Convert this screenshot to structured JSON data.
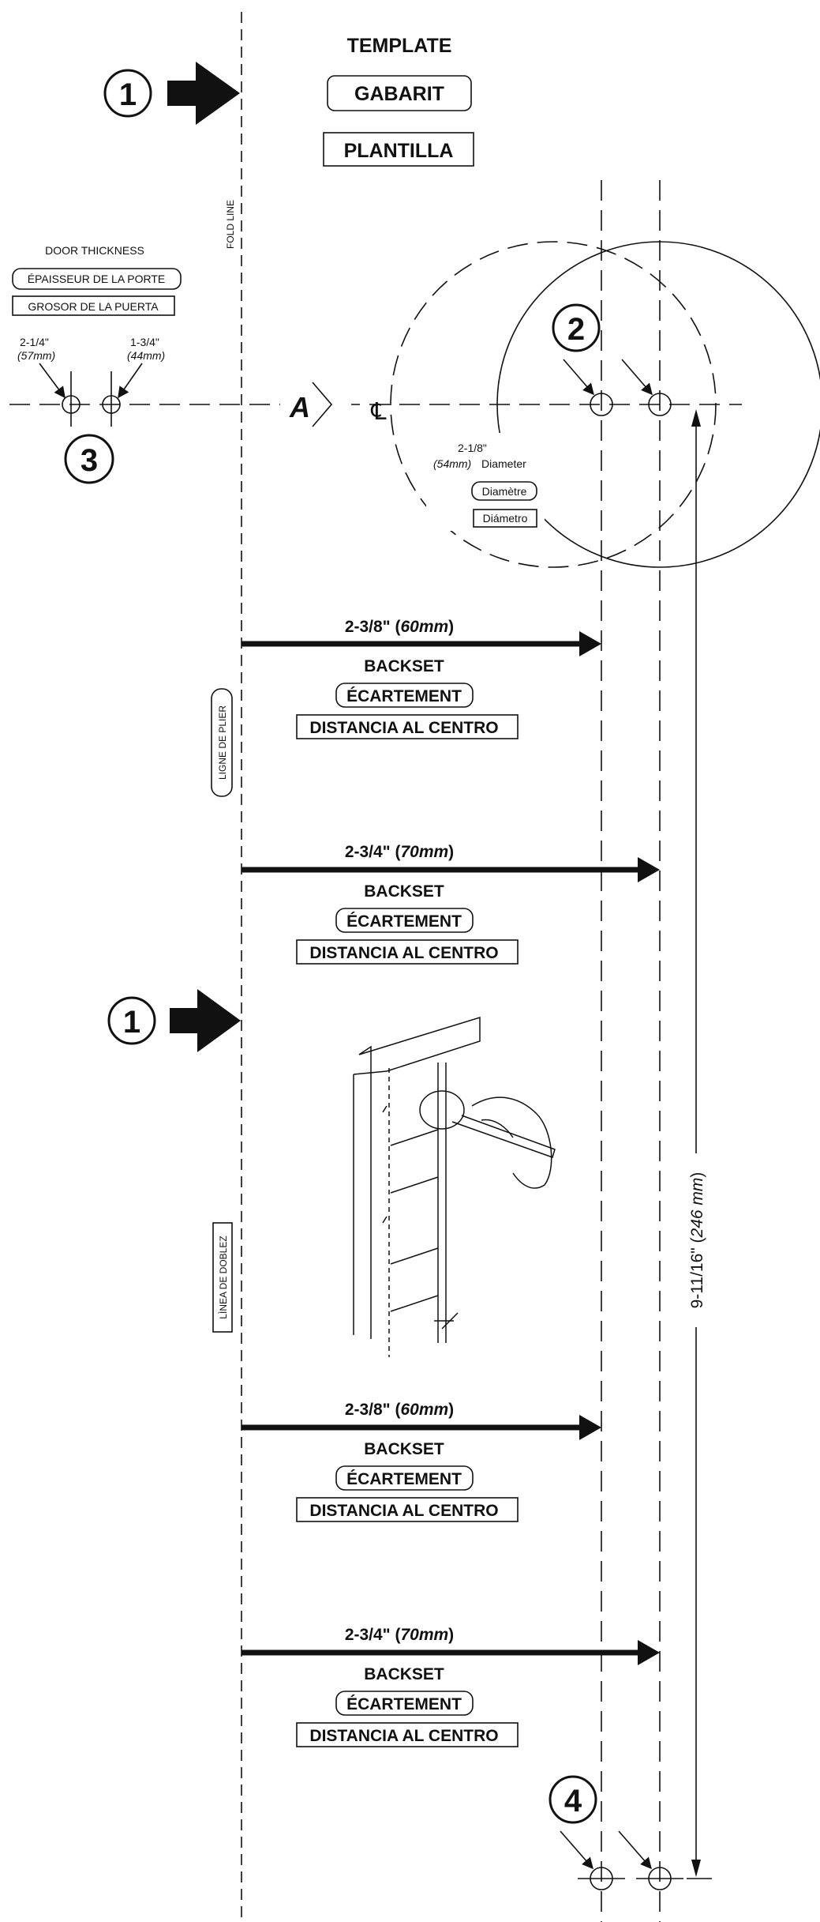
{
  "header": {
    "title_en": "TEMPLATE",
    "title_fr": "GABARIT",
    "title_es": "PLANTILLA"
  },
  "fold_line": {
    "en": "FOLD LINE",
    "fr": "LIGNE DE PLIER",
    "es": "LÌNEA DE DOBLEZ"
  },
  "step_numbers": {
    "fold": "1",
    "crossbore": "2",
    "door_edge": "3",
    "bottom": "4"
  },
  "door_thickness": {
    "label_en": "DOOR THICKNESS",
    "label_fr": "ÉPAISSEUR DE LA PORTE",
    "label_es": "GROSOR DE LA PUERTA",
    "thick_in": "2-1/4\"",
    "thick_mm": "(57mm)",
    "thin_in": "1-3/4\"",
    "thin_mm": "(44mm)"
  },
  "centerline": {
    "marker": "A",
    "symbol": "℄"
  },
  "bore": {
    "size_in": "2-1/8\"",
    "size_mm": "(54mm)",
    "label_en": "Diameter",
    "label_fr": "Diamètre",
    "label_es": "Diámetro"
  },
  "backsets": [
    {
      "in": "2-3/8\" (",
      "mm": "60mm",
      "close": ")",
      "en": "BACKSET",
      "fr": "ÉCARTEMENT",
      "es": "DISTANCIA AL CENTRO"
    },
    {
      "in": "2-3/4\" (",
      "mm": "70mm",
      "close": ")",
      "en": "BACKSET",
      "fr": "ÉCARTEMENT",
      "es": "DISTANCIA AL CENTRO"
    },
    {
      "in": "2-3/8\" (",
      "mm": "60mm",
      "close": ")",
      "en": "BACKSET",
      "fr": "ÉCARTEMENT",
      "es": "DISTANCIA AL CENTRO"
    },
    {
      "in": "2-3/4\" (",
      "mm": "70mm",
      "close": ")",
      "en": "BACKSET",
      "fr": "ÉCARTEMENT",
      "es": "DISTANCIA AL CENTRO"
    }
  ],
  "vertical_dimension": {
    "in": "9-11/16\" (",
    "mm": "246 mm",
    "close": ")"
  }
}
